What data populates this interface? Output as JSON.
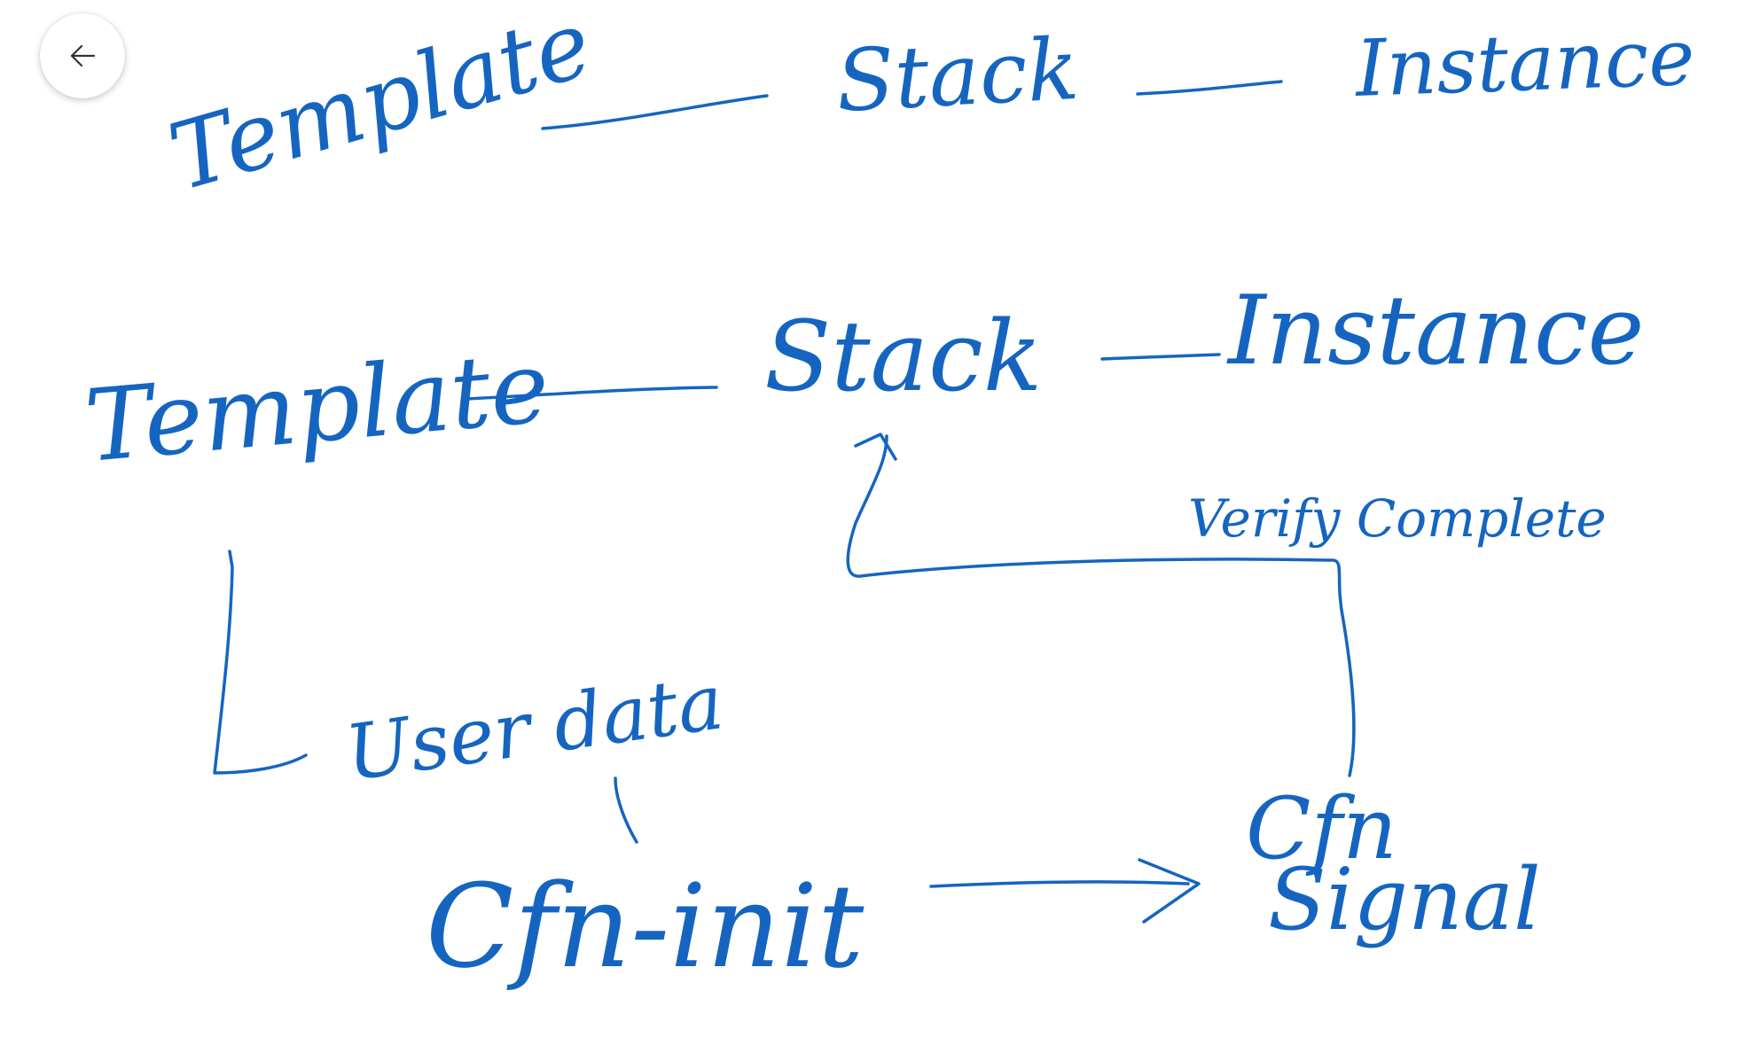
{
  "ink_color": "#1565c0",
  "back_button": {
    "icon": "arrow-left-icon",
    "label": ""
  },
  "row1": {
    "template": "Template",
    "stack": "Stack",
    "instance": "Instance"
  },
  "row2": {
    "template": "Template",
    "stack": "Stack",
    "instance": "Instance"
  },
  "labels": {
    "verify_complete": "Verify Complete",
    "user_data": "User data",
    "cfn_init": "Cfn-init",
    "cfn": "Cfn",
    "signal": "Signal"
  }
}
